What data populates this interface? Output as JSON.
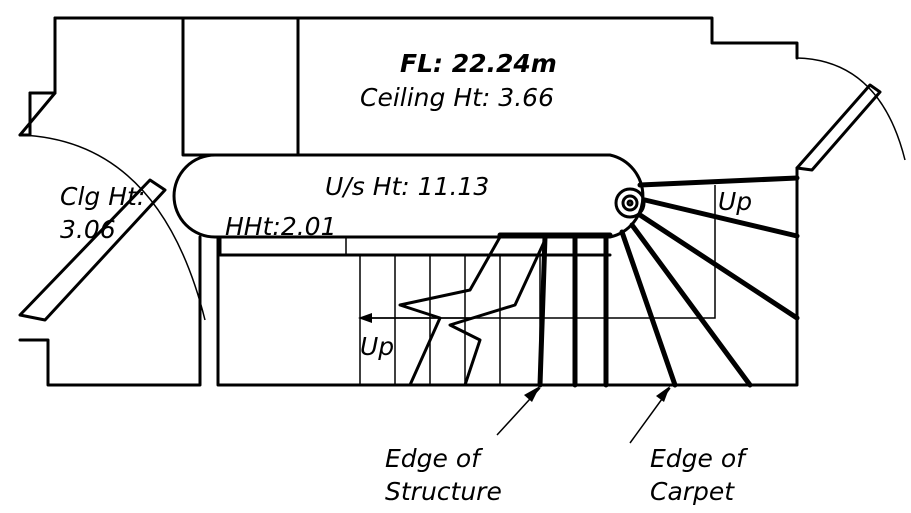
{
  "labels": {
    "floor_level": "FL: 22.24m",
    "ceiling_height": "Ceiling Ht: 3.66",
    "underside_height": "U/s Ht: 11.13",
    "clg_ht_line1": "Clg Ht:",
    "clg_ht_line2": "3.06",
    "handrail_height": "HHt:2.01",
    "up_right": "Up",
    "up_left": "Up",
    "edge_structure_line1": "Edge of",
    "edge_structure_line2": "Structure",
    "edge_carpet_line1": "Edge of",
    "edge_carpet_line2": "Carpet"
  }
}
